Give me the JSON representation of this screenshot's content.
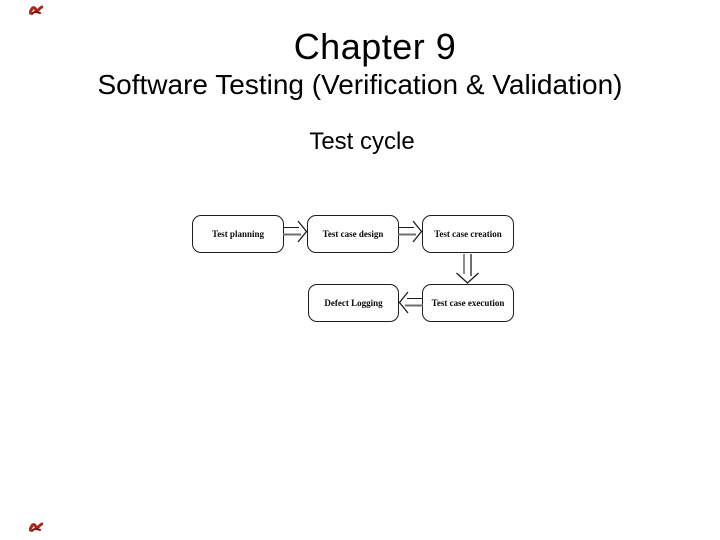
{
  "slide": {
    "title": "Chapter 9",
    "subtitle": "Software Testing (Verification & Validation)",
    "heading": "Test cycle"
  },
  "diagram": {
    "nodes": [
      {
        "id": "test-planning",
        "label": "Test planning"
      },
      {
        "id": "test-case-design",
        "label": "Test case design"
      },
      {
        "id": "test-case-creation",
        "label": "Test case creation"
      },
      {
        "id": "defect-logging",
        "label": "Defect Logging"
      },
      {
        "id": "test-case-execution",
        "label": "Test case execution"
      }
    ],
    "edges": [
      {
        "from": "Test planning",
        "to": "Test case design",
        "direction": "right"
      },
      {
        "from": "Test case design",
        "to": "Test case creation",
        "direction": "right"
      },
      {
        "from": "Test case creation",
        "to": "Test case execution",
        "direction": "down"
      },
      {
        "from": "Test case execution",
        "to": "Defect Logging",
        "direction": "left"
      }
    ]
  },
  "decorations": {
    "corner_mark_color": "#a8271f",
    "corner_mark_color_dark": "#7c1410"
  },
  "colors": {
    "background": "#ffffff",
    "text": "#000000",
    "node_border": "#1c1c1c",
    "arrow_stroke": "#1c1c1c",
    "arrow_shadow": "#6e6e6e"
  }
}
